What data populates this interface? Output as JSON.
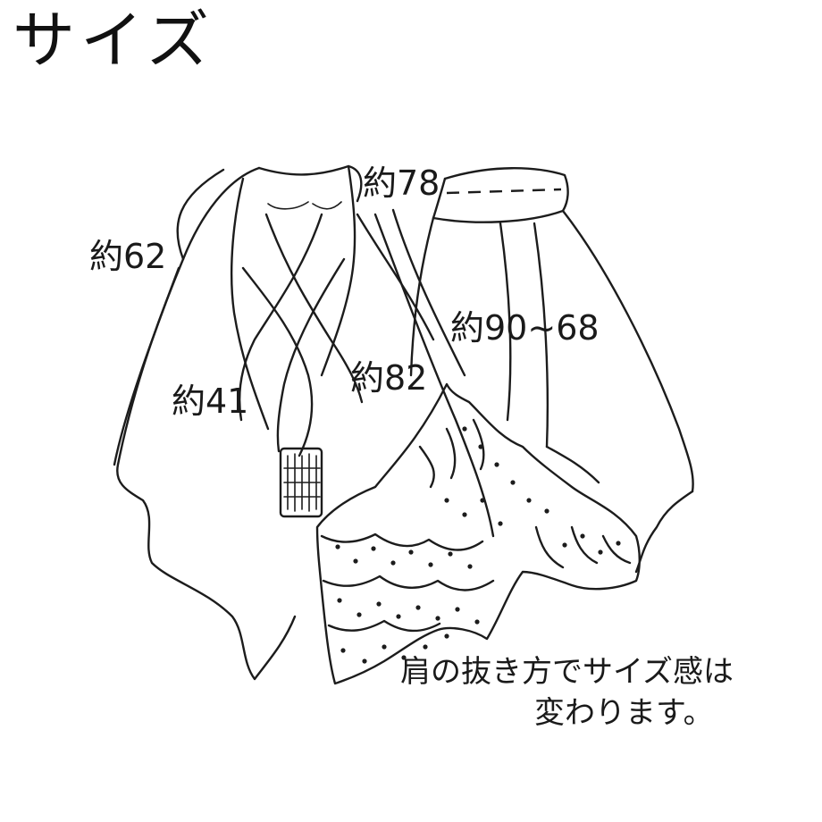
{
  "title": "サイズ",
  "measurements": {
    "left_length": "約62",
    "neck_width": "約78",
    "inner_drop": "約41",
    "center_length": "約82",
    "wrap_width": "約90~68"
  },
  "note": {
    "line1": "肩の抜き方でサイズ感は",
    "line2": "変わります。"
  },
  "colors": {
    "ink": "#1c1c1c",
    "paper": "#ffffff"
  }
}
